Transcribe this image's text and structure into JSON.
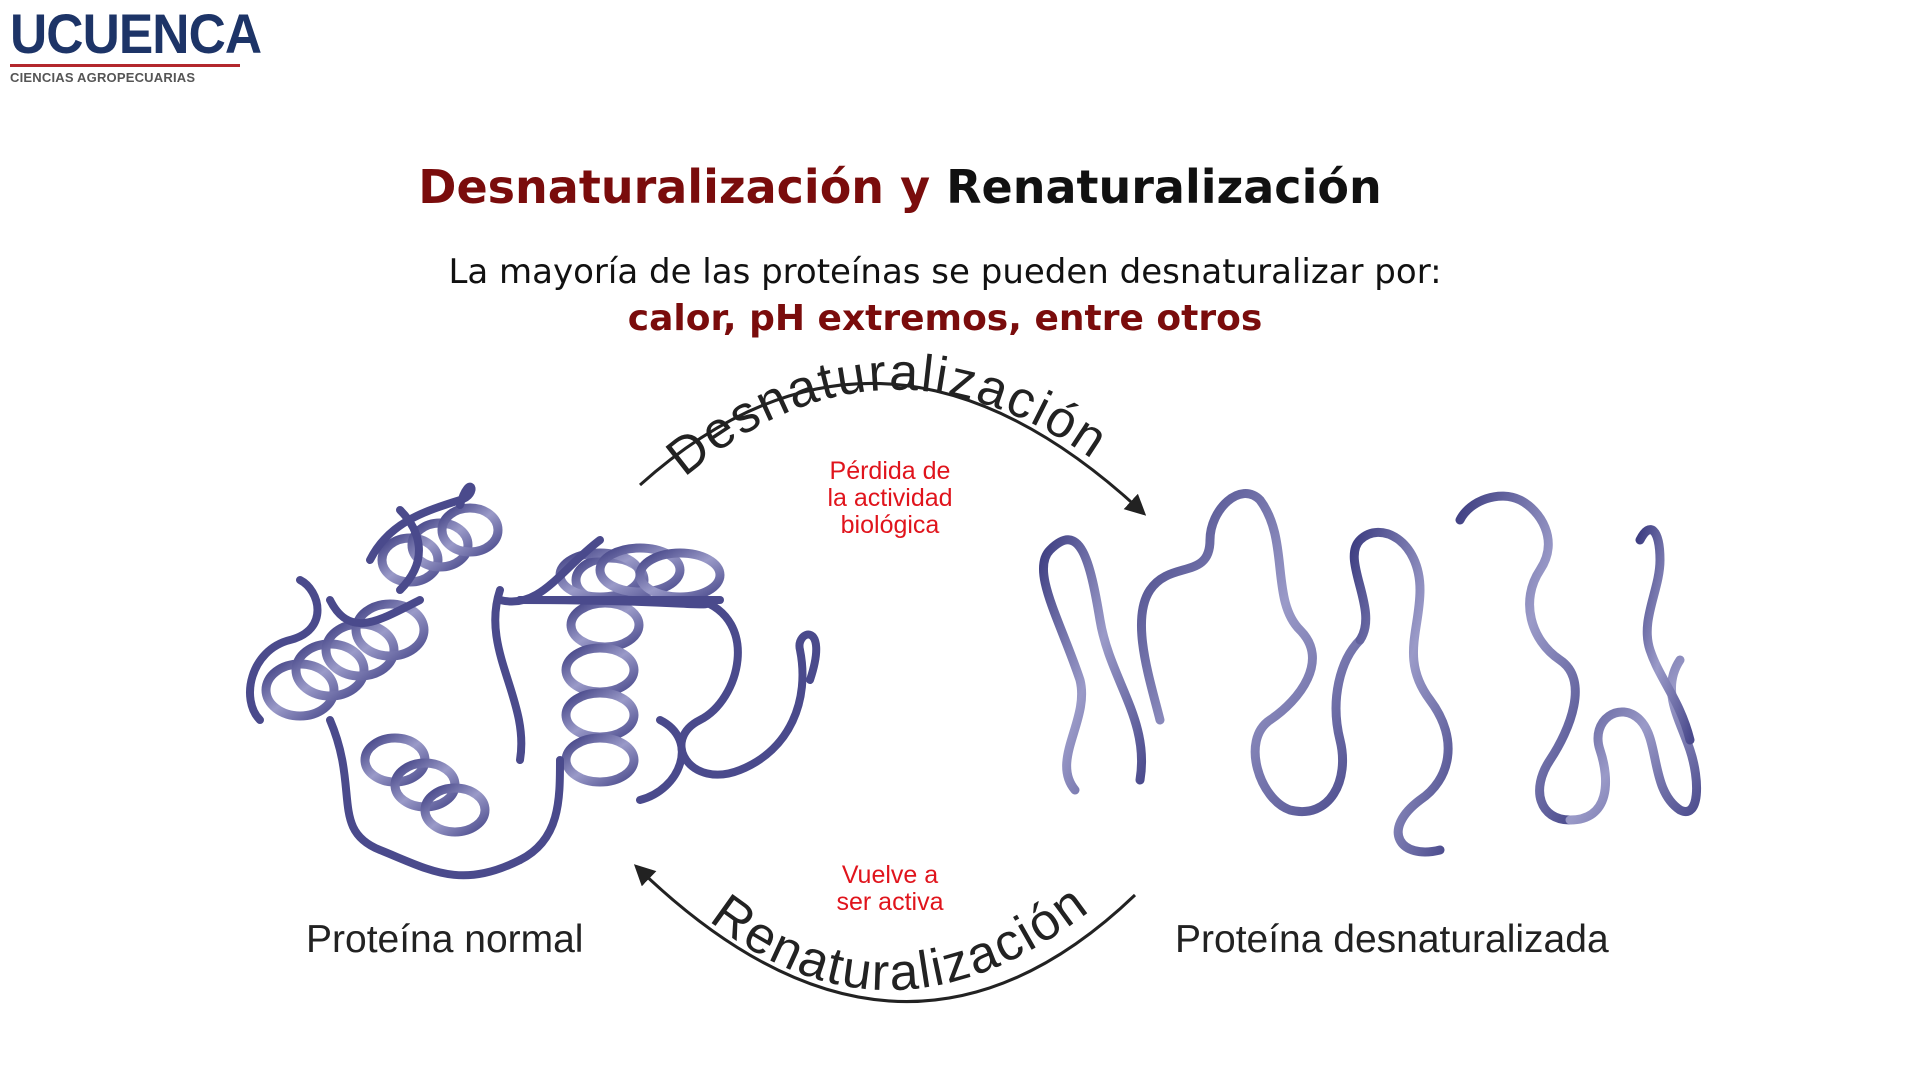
{
  "logo": {
    "title": "UCUENCA",
    "subtitle": "CIENCIAS AGROPECUARIAS"
  },
  "slide": {
    "title_part1": "Desnaturalización",
    "title_conj": "y",
    "title_part2": "Renaturalización",
    "intro": "La mayoría de las proteínas se pueden desnaturalizar por:",
    "causes": "calor, pH extremos, entre otros"
  },
  "diagram": {
    "arrow_top_label": "Desnaturalización",
    "arrow_bottom_label": "Renaturalización",
    "note_top": "Pérdida de\nla actividad\nbiológica",
    "note_bottom": "Vuelve a\nser activa",
    "caption_left": "Proteína normal",
    "caption_right": "Proteína desnaturalizada"
  },
  "colors": {
    "title_red": "#7a0c0c",
    "logo_blue": "#1d3467",
    "note_red": "#e0141c",
    "ribbon": "#4a4a8c"
  }
}
